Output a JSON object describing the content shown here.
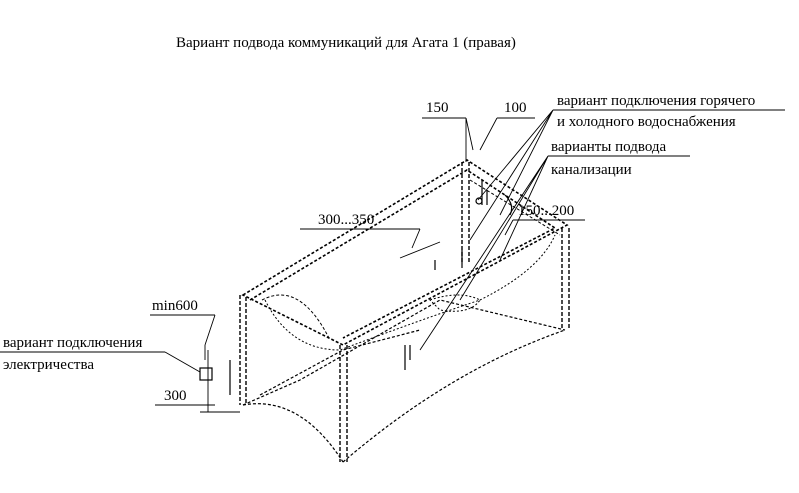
{
  "title": "Вариант подвода коммуникаций для Агата 1 (правая)",
  "dimensions": {
    "d150": "150",
    "d100": "100",
    "d300_350": "300...350",
    "d150_200": "150...200",
    "min600": "min600",
    "d300": "300"
  },
  "labels": {
    "water_line1": "вариант подключения горячего",
    "water_line2": "и холодного водоснабжения",
    "sewer_line1": "варианты подвода",
    "sewer_line2": "канализации",
    "electric_line1": "вариант подключения",
    "electric_line2": "электричества"
  }
}
